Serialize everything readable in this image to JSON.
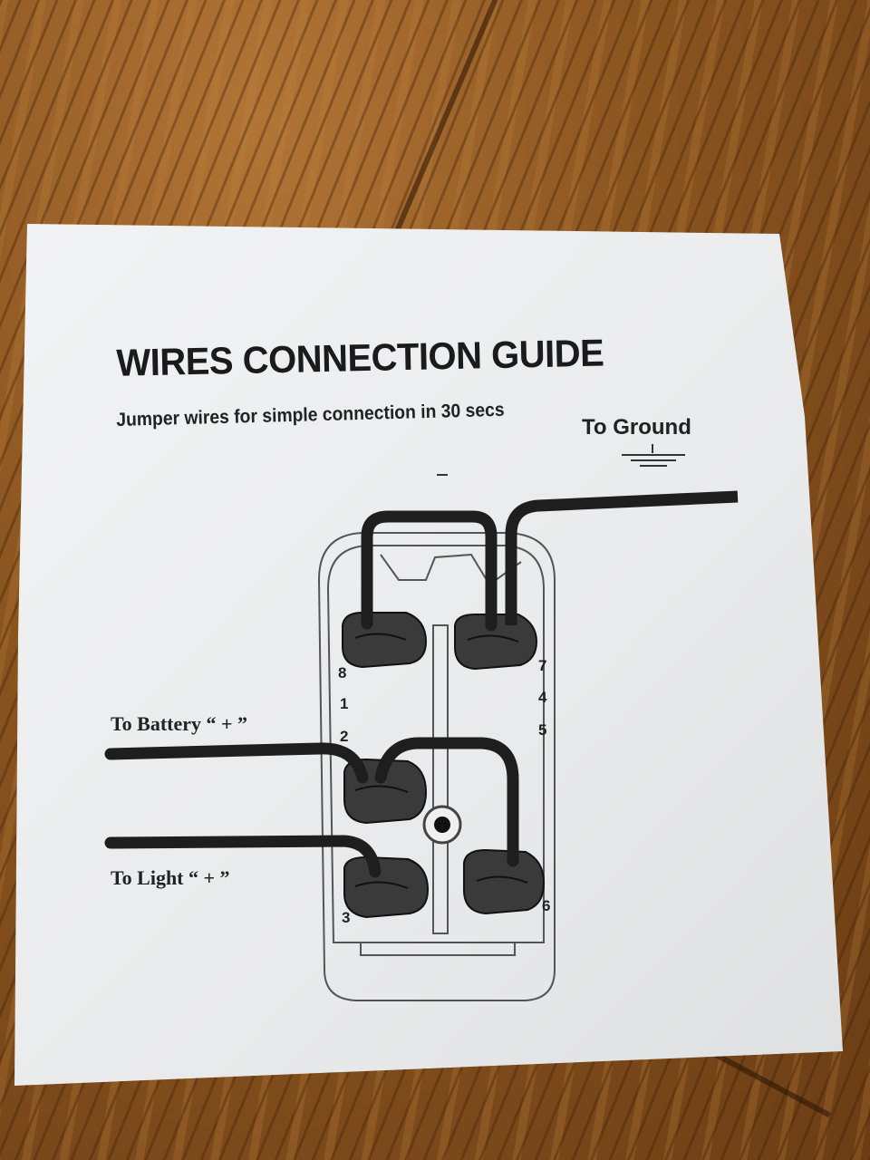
{
  "guide": {
    "title": "WIRES CONNECTION GUIDE",
    "subtitle": "Jumper wires for simple connection in 30 secs"
  },
  "labels": {
    "ground": "To Ground",
    "battery": "To Battery “ + ”",
    "light": "To Light “ + ”"
  },
  "pins": {
    "p8": "8",
    "p1": "1",
    "p2": "2",
    "p3": "3",
    "p7": "7",
    "p4": "4",
    "p5": "5",
    "p6": "6"
  },
  "colors": {
    "paper": "#ecedee",
    "ink": "#1e1e1e",
    "wood": "#8a541f"
  }
}
